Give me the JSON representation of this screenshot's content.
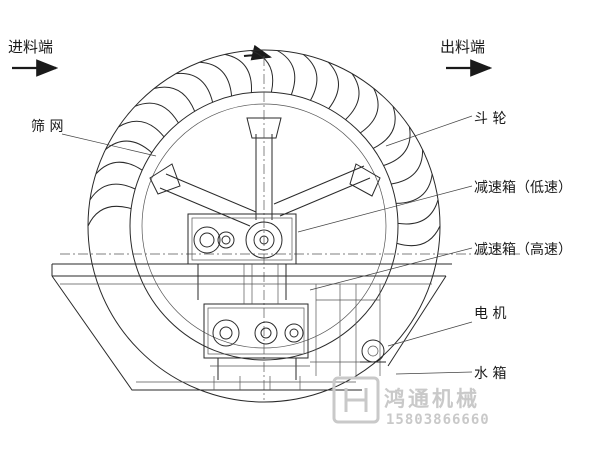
{
  "labels": {
    "inlet": "进料端",
    "outlet": "出料端",
    "screen": "筛 网",
    "bucket_wheel": "斗 轮",
    "reducer_low": "减速箱（低速）",
    "reducer_high": "减速箱（高速）",
    "motor": "电 机",
    "water_tank": "水 箱"
  },
  "watermark": {
    "company": "鸿通机械",
    "phone": "15803866660"
  }
}
